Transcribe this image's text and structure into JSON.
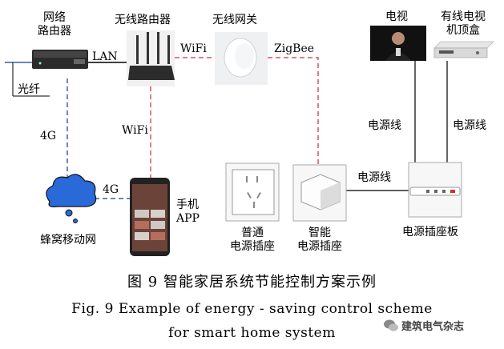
{
  "labels": {
    "network_router": [
      "网络",
      "路由器"
    ],
    "wireless_router": "无线路由器",
    "wireless_gateway": "无线网关",
    "tv": "电视",
    "set_top_box": [
      "有线电视",
      "机顶盒"
    ],
    "fiber": "光纤",
    "lan": "LAN",
    "wifi_top": "WiFi",
    "zigbee": "ZigBee",
    "wifi_vertical": "WiFi",
    "fourg_left": "4G",
    "fourg_cell": "4G",
    "cellular_network": "蜂窝移动网",
    "phone_app": [
      "手机",
      "APP"
    ],
    "power_cord_tv": "电源线",
    "power_cord_box": "电源线",
    "power_cord_strip": "电源线",
    "ordinary_socket": [
      "普通",
      "电源插座"
    ],
    "smart_socket": [
      "智能",
      "电源插座"
    ],
    "power_strip": "电源插座板"
  },
  "caption": {
    "cn": "图 9  智能家居系统节能控制方案示例",
    "en_line1": "Fig. 9   Example of energy - saving control scheme",
    "en_line2": "for smart home system"
  },
  "watermark": "建筑电气杂志",
  "colors": {
    "lan": "#000000",
    "wifi_zigbee": "#e0505a",
    "fourg": "#3a5fa8",
    "power": "#000000",
    "cloud": "#2a6ad8"
  }
}
